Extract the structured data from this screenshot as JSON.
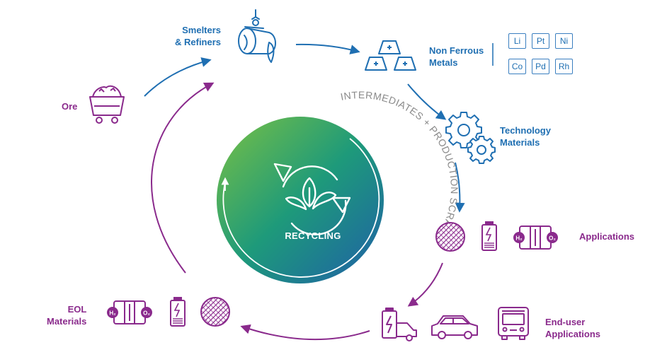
{
  "labels": {
    "smelters": "Smelters\n& Refiners",
    "non_ferrous": "Non Ferrous\nMetals",
    "technology": "Technology\nMaterials",
    "applications": "Applications",
    "end_user": "End-user\nApplications",
    "eol": "EOL\nMaterials",
    "ore": "Ore",
    "center": "RECYCLING",
    "arc_text": "INTERMEDIATES + PRODUCTION SCRAP"
  },
  "elements": [
    "Li",
    "Pt",
    "Ni",
    "Co",
    "Pd",
    "Rh"
  ],
  "cell_labels": {
    "h2": "H₂",
    "o2": "O₂"
  },
  "colors": {
    "blue": "#1f6fb2",
    "purple": "#8a2a8c",
    "gradient_start": "#7ac143",
    "gradient_mid": "#1e9a7a",
    "gradient_end": "#1f5fa8"
  }
}
